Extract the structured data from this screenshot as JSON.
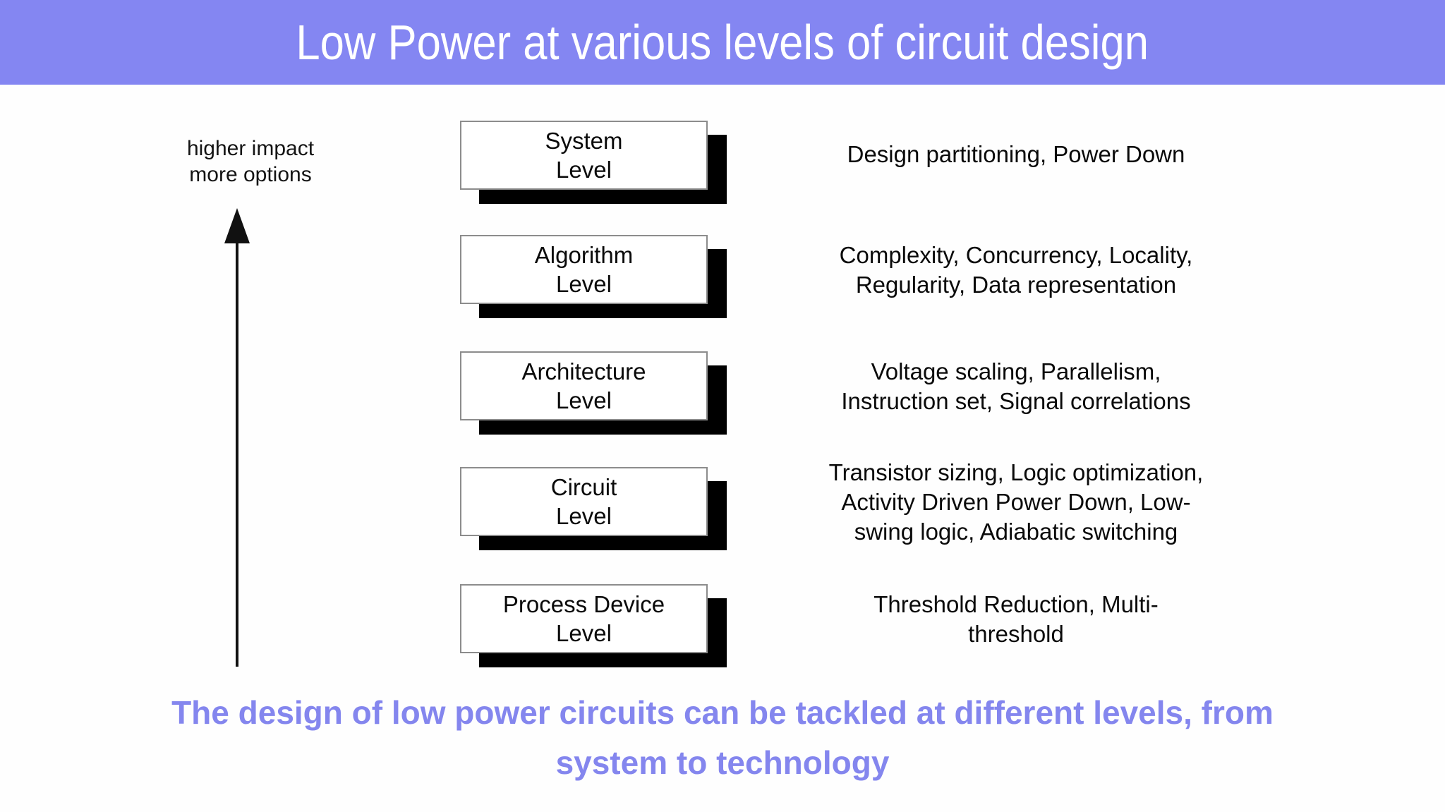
{
  "header": {
    "title": "Low Power at various levels of circuit design"
  },
  "colors": {
    "banner_background": "#8486f2",
    "banner_text": "#ffffff",
    "footer_text": "#8486ee",
    "box_fill": "#ffffff",
    "box_border": "#8c8c8c",
    "box_shadow": "#000000",
    "body_text": "#0a0a0a"
  },
  "impact_label": "higher impact\nmore options",
  "levels": [
    {
      "name": "System\nLevel",
      "description": "Design partitioning, Power Down"
    },
    {
      "name": "Algorithm\nLevel",
      "description": "Complexity, Concurrency, Locality,\nRegularity, Data representation"
    },
    {
      "name": "Architecture\nLevel",
      "description": "Voltage scaling, Parallelism,\nInstruction set, Signal correlations"
    },
    {
      "name": "Circuit\nLevel",
      "description": "Transistor sizing, Logic optimization,\nActivity Driven Power Down, Low-\nswing logic, Adiabatic switching"
    },
    {
      "name": "Process Device\nLevel",
      "description": "Threshold Reduction, Multi-\nthreshold"
    }
  ],
  "footer": {
    "text": "The design of low power circuits can be tackled at different levels, from\nsystem to technology"
  }
}
